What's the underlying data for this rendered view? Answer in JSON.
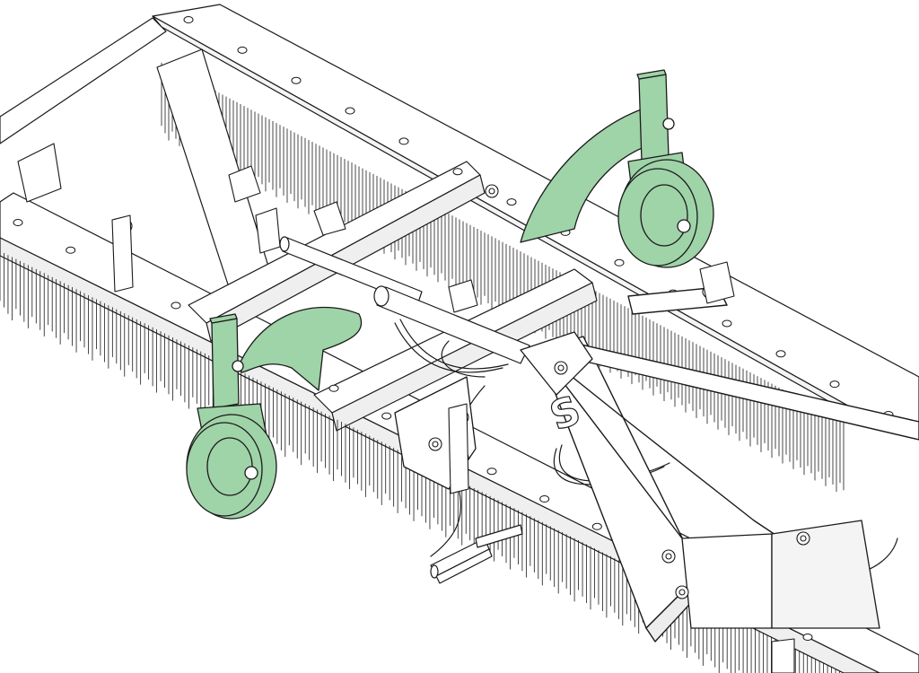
{
  "drawing": {
    "style": "isometric line drawing",
    "line_color": "#1a1a1a",
    "fill_color": "#ffffff",
    "highlight_color": "#9fd3a8",
    "highlight_stroke": "#1a1a1a",
    "highlighted_parts": [
      "depth-wheel-assembly-left",
      "depth-wheel-assembly-right"
    ],
    "logo_mark": "S"
  }
}
